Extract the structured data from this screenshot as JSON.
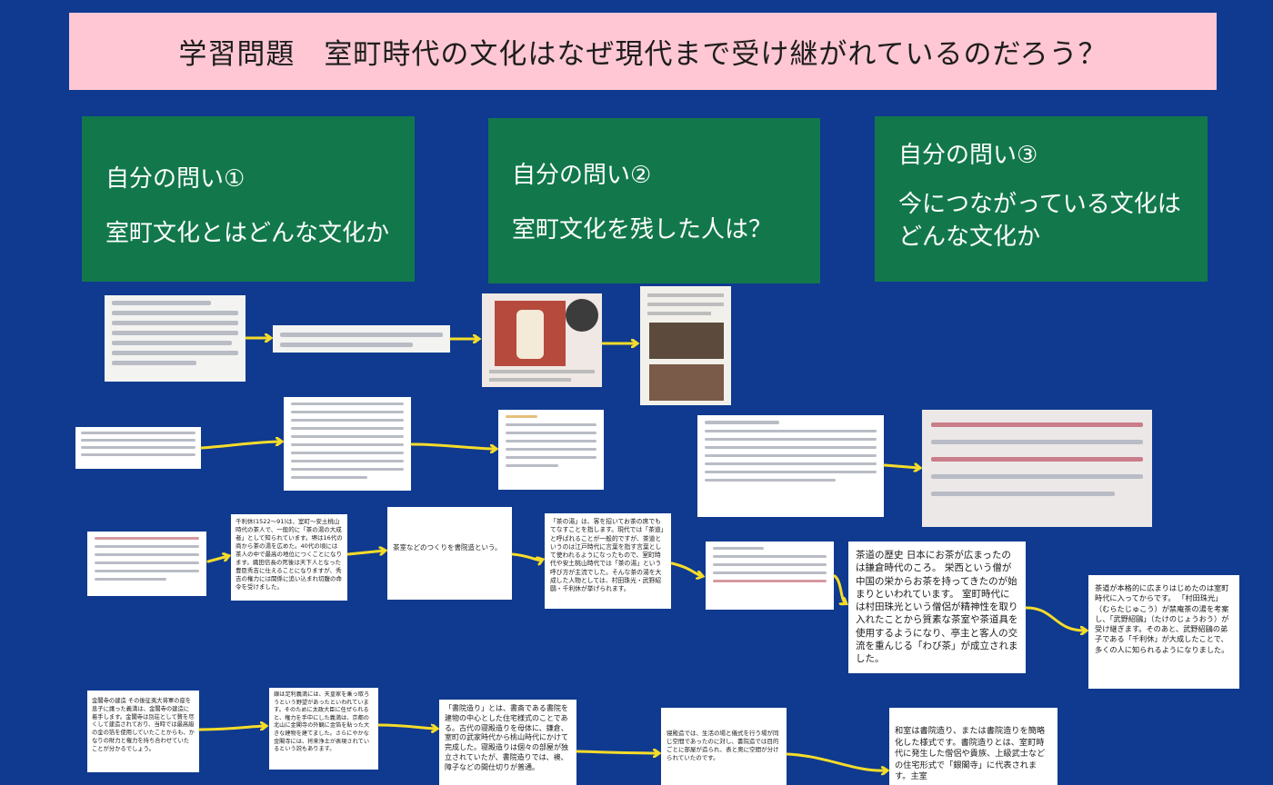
{
  "title": "学習問題　室町時代の文化はなぜ現代まで受け継がれているのだろう？",
  "questions": [
    {
      "head": "自分の問い①",
      "body": "室町文化とはどんな文化か"
    },
    {
      "head": "自分の問い②",
      "body": "室町文化を残した人は？"
    },
    {
      "head": "自分の問い③",
      "body": "今につながっている文化はどんな文化か"
    }
  ],
  "notes": {
    "n_shuko": "千利休(1522〜91)は、室町〜安土桃山時代の茶人で、一般的に「茶の湯の大成者」として知られています。堺は16代の商から茶の湯を広めた。40代の頃には茶人の中で最高の地位につくことになります。織田信長の死後は天下人となった豊臣秀吉に仕えることになりますが、秀吉の権力には関係に追い込まれ切腹の命令を受けました。",
    "n_shoin_word": "茶室などのつくりを書院造という。",
    "n_chanoyu": "「茶の湯」は、客を招いてお茶の席でもてなすことを指します。現代では「茶道」と呼ばれることが一般的ですが、茶道というのは江戸時代に言葉を指す言葉として使われるようになったもので、室町時代や安土桃山時代では「茶の湯」という呼び方が主流でした。そんな茶の湯を大成した人物としては、村田珠光・武野紹鷗・千利休が挙げられます。",
    "n_history": "茶道の歴史 日本にお茶が広まったのは鎌倉時代のころ。 栄西という僧が中国の栄からお茶を持ってきたのが始まりといわれています。 室町時代には村田珠光という僧侶が精神性を取り入れたことから質素な茶室や茶道具を使用するようになり、亭主と客人の交流を重んじる「わび茶」が成立されました。",
    "n_spread": "茶道が本格的に広まりはじめたのは室町時代に入ってからです。 「村田珠光」（むらたじゅこう）が禁庵茶の湯を考案し、「武野紹鷗」（たけのじょうおう）が受け継ぎます。そのあと、武野紹鷗の弟子である「千利休」が大成したことで、多くの人に知られるようになりました。",
    "n_kinkaku": "金閣寺の建造 その後征夷大将軍の座を息子に譲った義満は、金閣寺の建造に着手します。金閣寺は別荘として贅を尽くして建造されており、当時では最高級の金の箔を使用していたことからも、かなりの財力と権力を持ち合わせていたことが分かるでしょう。",
    "n_ginkaku": "銀は足利義満には、天皇家を乗っ取ろうという野望があったといわれています。そのために太政大臣に任ぜられると、権力を手中にした義満は、京都の北山に金閣寺の外観に金箔を貼った大きな建物を建てました。さらにやかな金閣寺には、将来浄土が表現されているという説もあります。",
    "n_shoinzukuri": "「書院造り」とは、書斎である書院を建物の中心とした住宅様式のことである。古代の寝殿造りを母体に、鎌倉、室町の武家時代から桃山時代にかけて完成した。寝殿造りは個々の部屋が独立されていたが、書院造りでは、襖、障子などの間仕切りが普通。",
    "n_shinden": "寝殿造では、生活の場と儀式を行う場が同じ空間であったのに対し、書院造では目的ごとに部屋が造られ、表と奥に空間が分けられていたのです。",
    "n_washitsu": "和室は書院造り、または書院造りを簡略化した様式です。書院造りとは、室町時代に発生した僧侶や貴族、上級武士などの住宅形式で「銀閣寺」に代表されます。主室"
  },
  "colors": {
    "background": "#0f3a8f",
    "title_band": "#ffc7d4",
    "question_card": "#12784b",
    "arrow": "#f6dc2a"
  }
}
